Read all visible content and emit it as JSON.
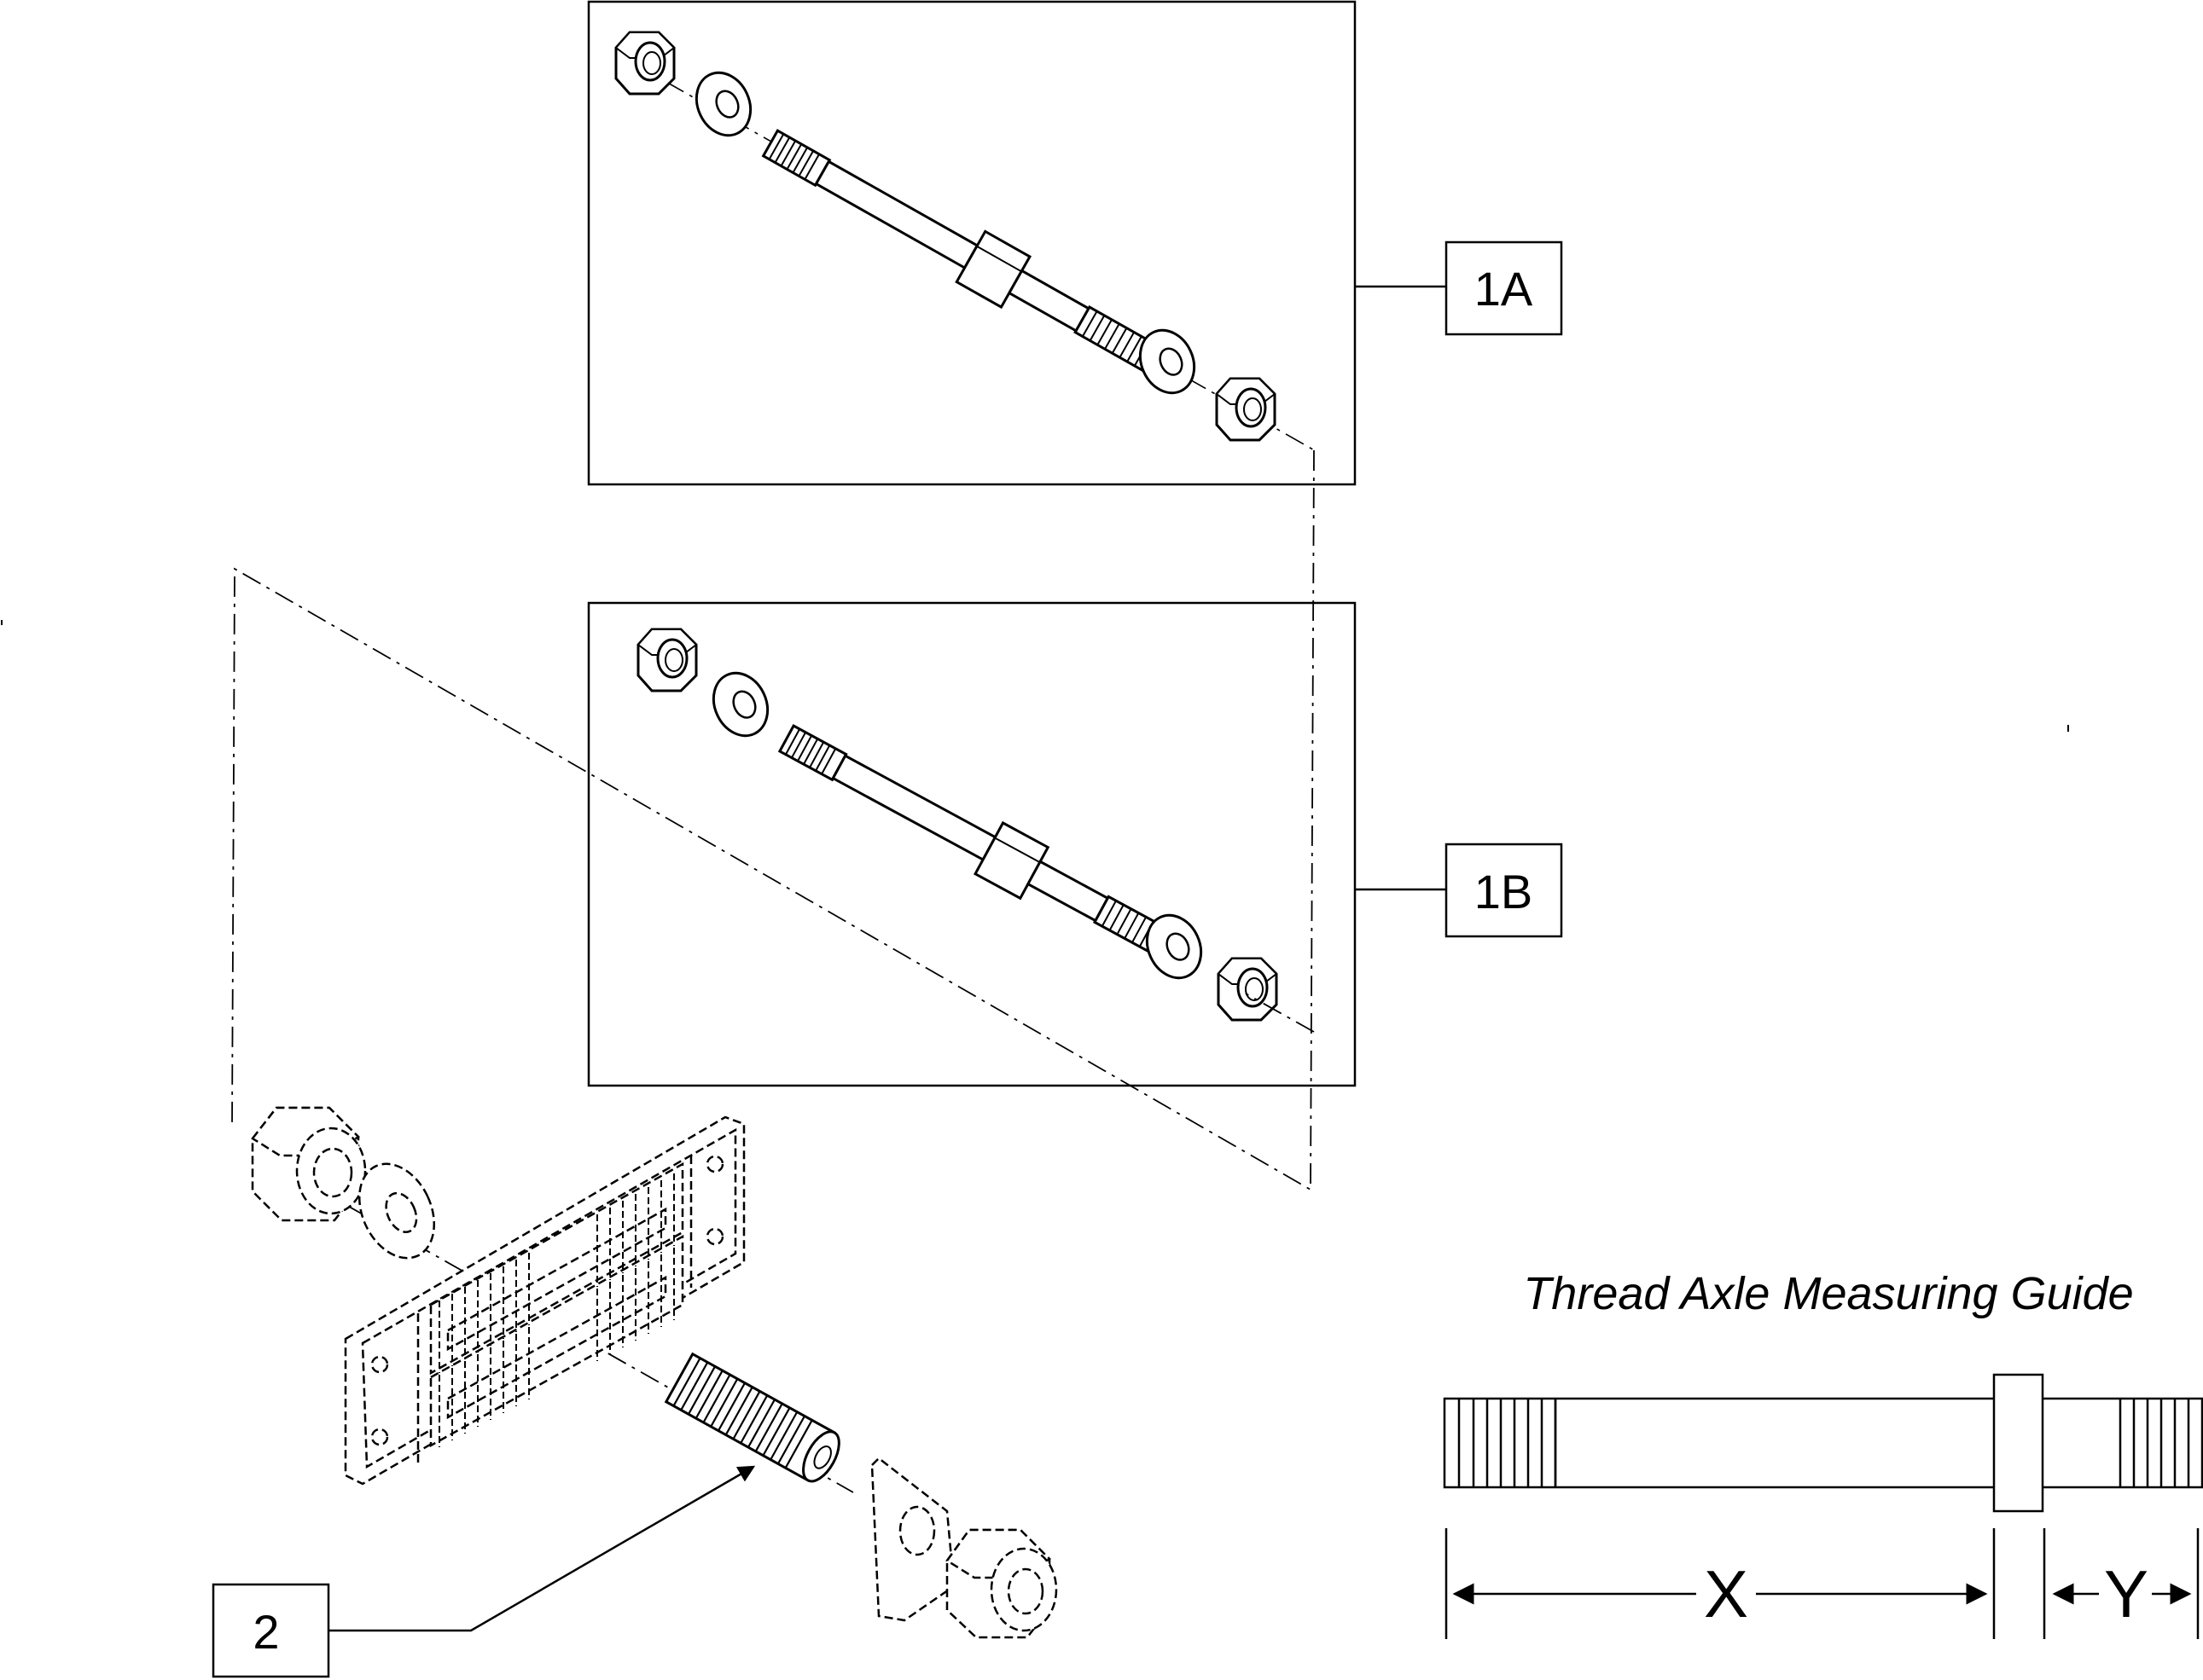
{
  "callouts": {
    "c1a": "1A",
    "c1b": "1B",
    "c2": "2"
  },
  "guide": {
    "title": "Thread Axle Measuring Guide",
    "x_label": "X",
    "y_label": "Y"
  }
}
